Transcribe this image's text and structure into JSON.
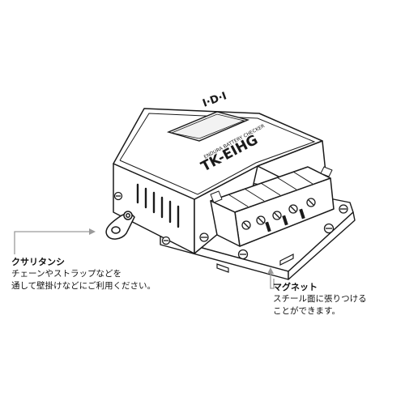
{
  "device": {
    "model_text": "TK-EIHG",
    "sub_text": "ENDURA BATTERY CHECKER",
    "logo_text": "I·D·I"
  },
  "callouts": {
    "strap_loop": {
      "title": "クサリタンシ",
      "lines": [
        "チェーンやストラップなどを",
        "通して壁掛けなどにご利用ください。"
      ]
    },
    "magnet": {
      "title": "マグネット",
      "lines": [
        "スチール面に張りつける",
        "ことができます。"
      ]
    }
  },
  "colors": {
    "line": "#1a1a1a",
    "arrow": "#9a9a9a",
    "fill": "#ffffff",
    "shade": "#f2f2f2"
  }
}
